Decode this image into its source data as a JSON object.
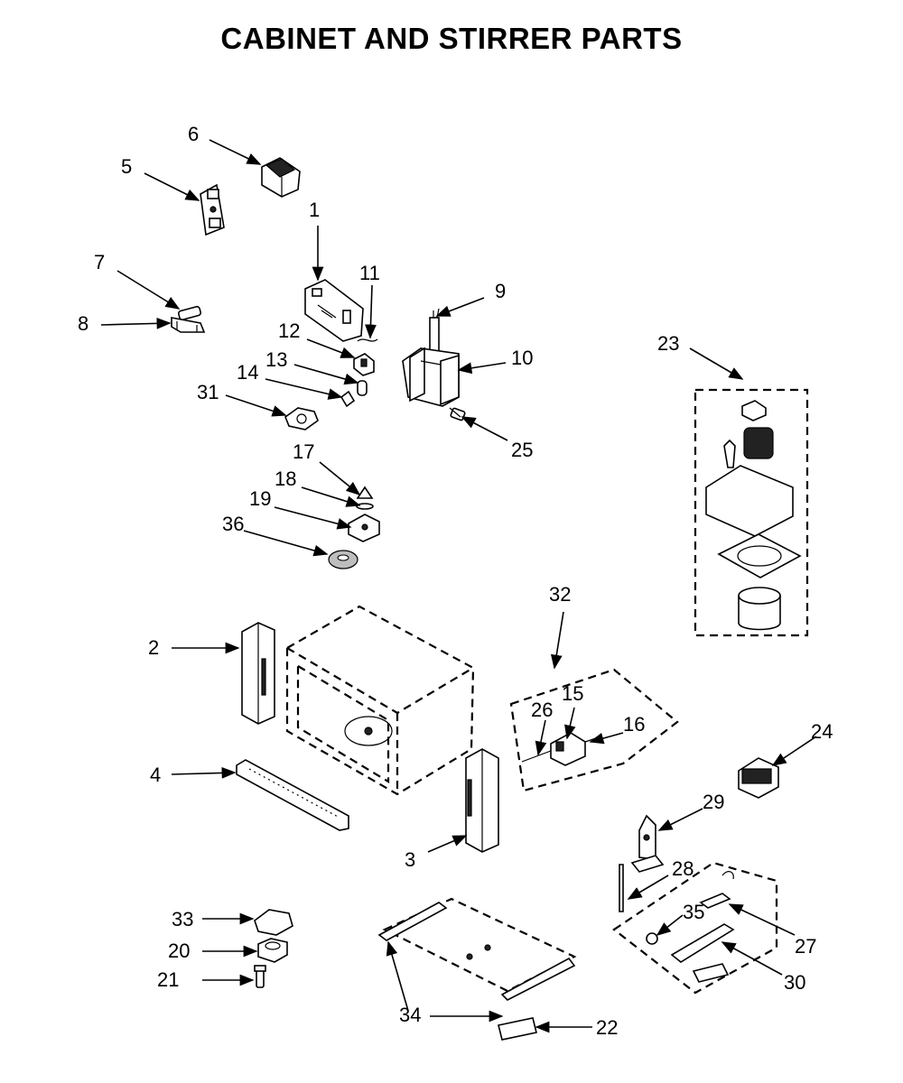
{
  "title": "CABINET AND STIRRER PARTS",
  "callouts": {
    "c1": "1",
    "c2": "2",
    "c3": "3",
    "c4": "4",
    "c5": "5",
    "c6": "6",
    "c7": "7",
    "c8": "8",
    "c9": "9",
    "c10": "10",
    "c11": "11",
    "c12": "12",
    "c13": "13",
    "c14": "14",
    "c15": "15",
    "c16": "16",
    "c17": "17",
    "c18": "18",
    "c19": "19",
    "c20": "20",
    "c21": "21",
    "c22": "22",
    "c23": "23",
    "c24": "24",
    "c25": "25",
    "c26": "26",
    "c27": "27",
    "c28": "28",
    "c29": "29",
    "c30": "30",
    "c31": "31",
    "c32": "32",
    "c33": "33",
    "c34": "34",
    "c35": "35",
    "c36": "36"
  }
}
